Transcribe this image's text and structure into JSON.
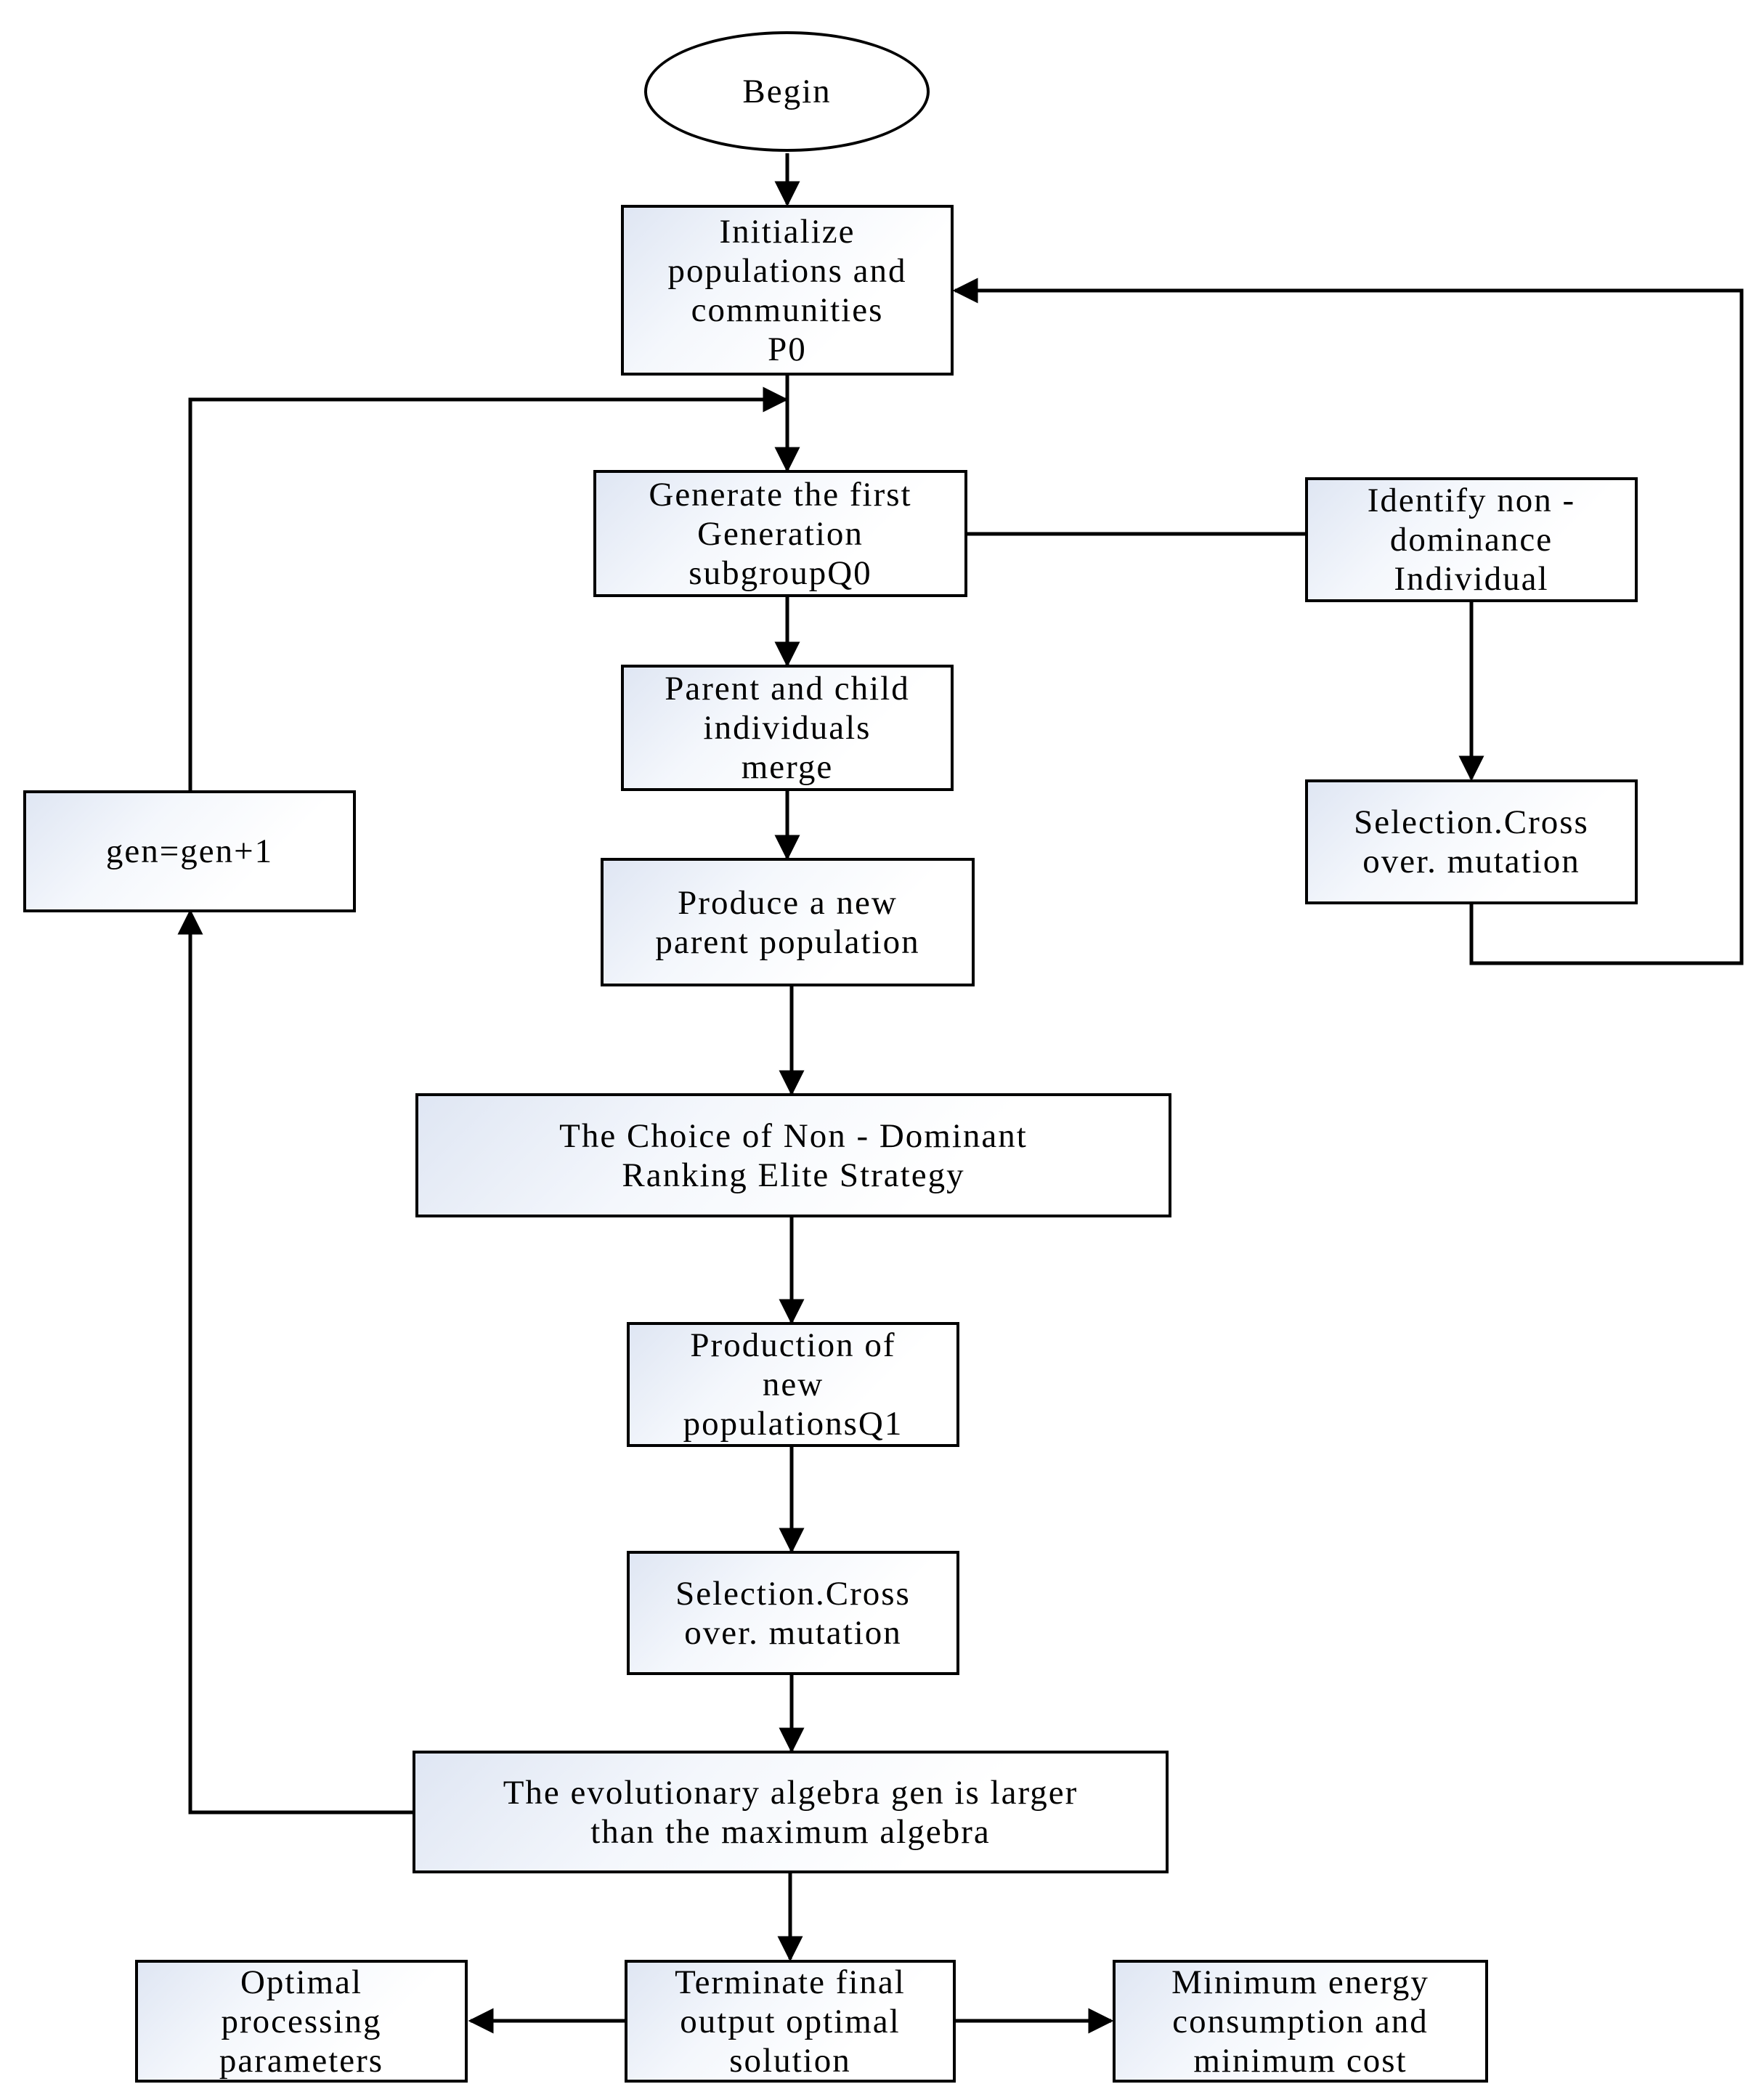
{
  "nodes": {
    "begin": "Begin",
    "init": "Initialize\npopulations and\ncommunities\nP0",
    "gen_first": "Generate the first\nGeneration\nsubgroupQ0",
    "merge": "Parent and child\nindividuals\nmerge",
    "new_parent": "Produce a new\nparent population",
    "choice": "The Choice of Non - Dominant\nRanking Elite Strategy",
    "production": "Production of\nnew\npopulationsQ1",
    "selection_main": "Selection.Cross\nover. mutation",
    "evolution": "The evolutionary algebra gen is larger\nthan the maximum algebra",
    "terminate": "Terminate final\noutput optimal\nsolution",
    "optimal_params": "Optimal\nprocessing\nparameters",
    "min_energy": "Minimum energy\nconsumption and\nminimum cost",
    "gen_increment": "gen=gen+1",
    "identify": "Identify non -\ndominance\nIndividual",
    "selection_side": "Selection.Cross\nover. mutation"
  }
}
